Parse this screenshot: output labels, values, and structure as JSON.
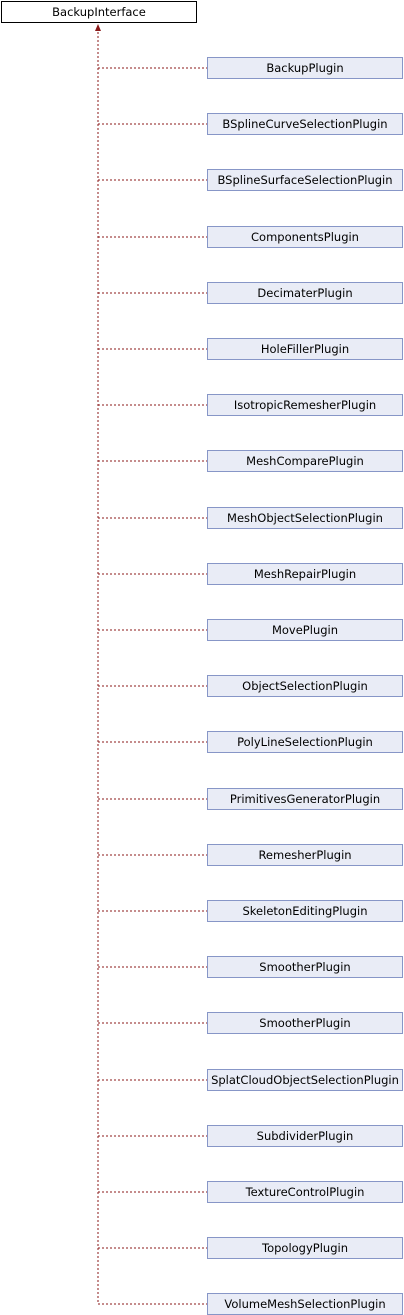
{
  "diagram": {
    "root": {
      "label": "BackupInterface"
    },
    "children": [
      {
        "label": "BackupPlugin"
      },
      {
        "label": "BSplineCurveSelectionPlugin"
      },
      {
        "label": "BSplineSurfaceSelectionPlugin"
      },
      {
        "label": "ComponentsPlugin"
      },
      {
        "label": "DecimaterPlugin"
      },
      {
        "label": "HoleFillerPlugin"
      },
      {
        "label": "IsotropicRemesherPlugin"
      },
      {
        "label": "MeshComparePlugin"
      },
      {
        "label": "MeshObjectSelectionPlugin"
      },
      {
        "label": "MeshRepairPlugin"
      },
      {
        "label": "MovePlugin"
      },
      {
        "label": "ObjectSelectionPlugin"
      },
      {
        "label": "PolyLineSelectionPlugin"
      },
      {
        "label": "PrimitivesGeneratorPlugin"
      },
      {
        "label": "RemesherPlugin"
      },
      {
        "label": "SkeletonEditingPlugin"
      },
      {
        "label": "SmootherPlugin"
      },
      {
        "label": "SmootherPlugin"
      },
      {
        "label": "SplatCloudObjectSelectionPlugin"
      },
      {
        "label": "SubdividerPlugin"
      },
      {
        "label": "TextureControlPlugin"
      },
      {
        "label": "TopologyPlugin"
      },
      {
        "label": "VolumeMeshSelectionPlugin"
      }
    ],
    "colors": {
      "edge": "#8b1a1a",
      "child_fill": "#e9ecf6",
      "child_border": "#8796c7",
      "root_border": "#000000"
    }
  }
}
